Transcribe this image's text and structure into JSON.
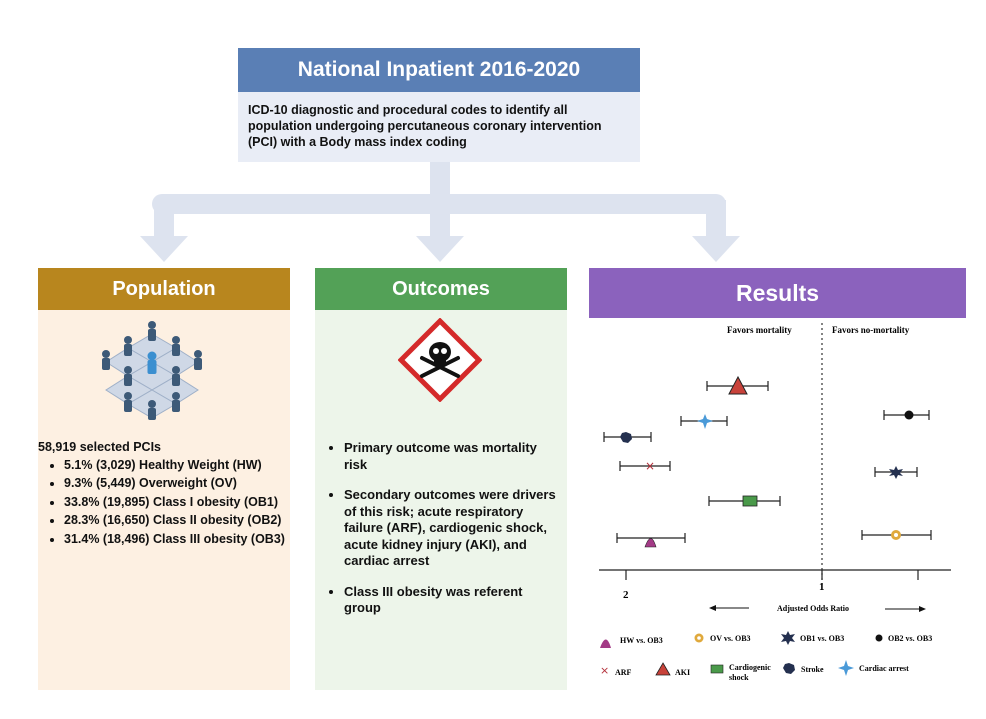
{
  "top": {
    "title": "National Inpatient 2016-2020",
    "description": "ICD-10 diagnostic and procedural codes to identify all population undergoing percutaneous coronary intervention (PCI) with a Body mass index coding"
  },
  "population": {
    "header": "Population",
    "icon": "people-network-icon",
    "summary": "58,919 selected PCIs",
    "items": [
      "5.1% (3,029)  Healthy Weight (HW)",
      "9.3% (5,449) Overweight (OV)",
      "33.8% (19,895) Class I obesity (OB1)",
      "28.3% (16,650) Class II obesity (OB2)",
      "31.4% (18,496) Class III obesity (OB3)"
    ]
  },
  "outcomes": {
    "header": "Outcomes",
    "icon": "skull-crossbones-hazard-icon",
    "items": [
      "Primary outcome was mortality risk",
      "Secondary outcomes were drivers of this risk; acute respiratory failure (ARF), cardiogenic shock, acute kidney injury (AKI), and cardiac arrest",
      "Class III obesity was referent group"
    ]
  },
  "results": {
    "header": "Results",
    "favors_left": "Favors mortality",
    "favors_right": "Favors no-mortality",
    "axis_label": "Adjusted Odds Ratio",
    "axis_tick_2": "2",
    "axis_tick_1": "1",
    "legend_comparisons": [
      {
        "label": "HW vs. OB3",
        "color": "#a33a86"
      },
      {
        "label": "OV vs. OB3",
        "color": "#e0a93c"
      },
      {
        "label": "OB1 vs. OB3",
        "color": "#24304f"
      },
      {
        "label": "OB2 vs. OB3",
        "color": "#111111"
      }
    ],
    "legend_outcomes": [
      {
        "label": "ARF",
        "color": "#b3303a"
      },
      {
        "label": "AKI",
        "color": "#c8423a"
      },
      {
        "label": "Cardiogenic shock",
        "color": "#4a9a4a"
      },
      {
        "label": "Stroke",
        "color": "#24304f"
      },
      {
        "label": "Cardiac arrest",
        "color": "#4a9ad8"
      }
    ]
  },
  "colors": {
    "top_header": "#5a7fb5",
    "population_header": "#b8861e",
    "outcomes_header": "#53a157",
    "results_header": "#8b62bd",
    "arrow": "#dde3ef"
  }
}
